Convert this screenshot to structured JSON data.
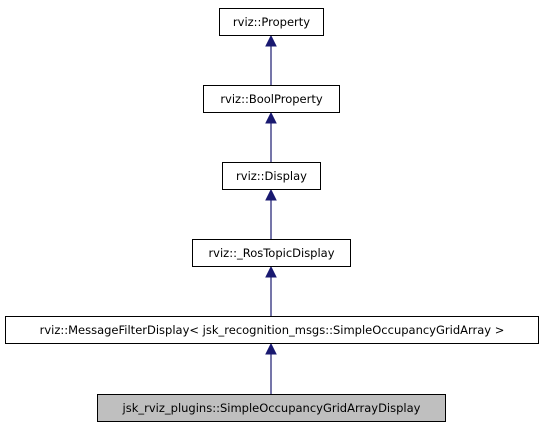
{
  "diagram": {
    "type": "inheritance-graph",
    "colors": {
      "edge": "#191970",
      "node_border": "#000000",
      "node_fill": "#ffffff",
      "current_node_fill": "#bfbfbf"
    },
    "nodes": [
      {
        "id": "property",
        "label": "rviz::Property",
        "current": false
      },
      {
        "id": "boolproperty",
        "label": "rviz::BoolProperty",
        "current": false
      },
      {
        "id": "display",
        "label": "rviz::Display",
        "current": false
      },
      {
        "id": "rostopicdisplay",
        "label": "rviz::_RosTopicDisplay",
        "current": false
      },
      {
        "id": "messagefilterdisplay",
        "label": "rviz::MessageFilterDisplay< jsk_recognition_msgs::SimpleOccupancyGridArray >",
        "current": false
      },
      {
        "id": "simpleoccupancygridarraydisplay",
        "label": "jsk_rviz_plugins::SimpleOccupancyGridArrayDisplay",
        "current": true
      }
    ],
    "edges": [
      {
        "from": "boolproperty",
        "to": "property"
      },
      {
        "from": "display",
        "to": "boolproperty"
      },
      {
        "from": "rostopicdisplay",
        "to": "display"
      },
      {
        "from": "messagefilterdisplay",
        "to": "rostopicdisplay"
      },
      {
        "from": "simpleoccupancygridarraydisplay",
        "to": "messagefilterdisplay"
      }
    ]
  }
}
